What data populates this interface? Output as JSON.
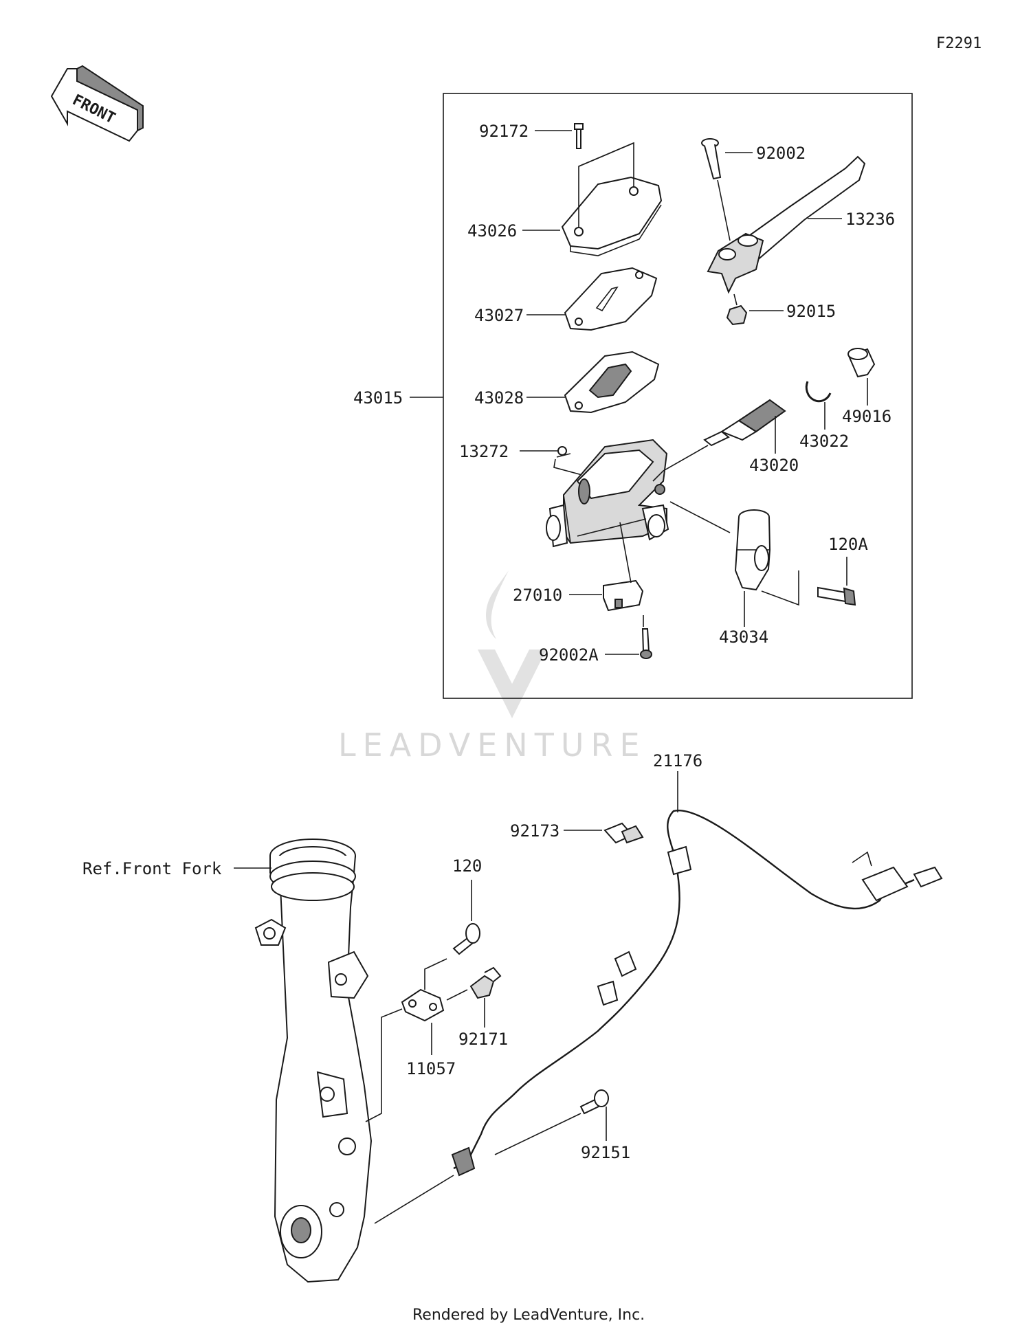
{
  "figure_id": "F2291",
  "front_label": "FRONT",
  "watermark": "LEADVENTURE",
  "footer": "Rendered by LeadVenture, Inc.",
  "ref_label": "Ref.Front Fork",
  "parts": {
    "p92172": "92172",
    "p92002": "92002",
    "p13236": "13236",
    "p43026": "43026",
    "p43027": "43027",
    "p92015": "92015",
    "p43015": "43015",
    "p43028": "43028",
    "p49016": "49016",
    "p43022": "43022",
    "p13272": "13272",
    "p43020": "43020",
    "p120A": "120A",
    "p27010": "27010",
    "p43034": "43034",
    "p92002A": "92002A",
    "p21176": "21176",
    "p92173": "92173",
    "p120": "120",
    "p92171": "92171",
    "p11057": "11057",
    "p92151": "92151"
  }
}
